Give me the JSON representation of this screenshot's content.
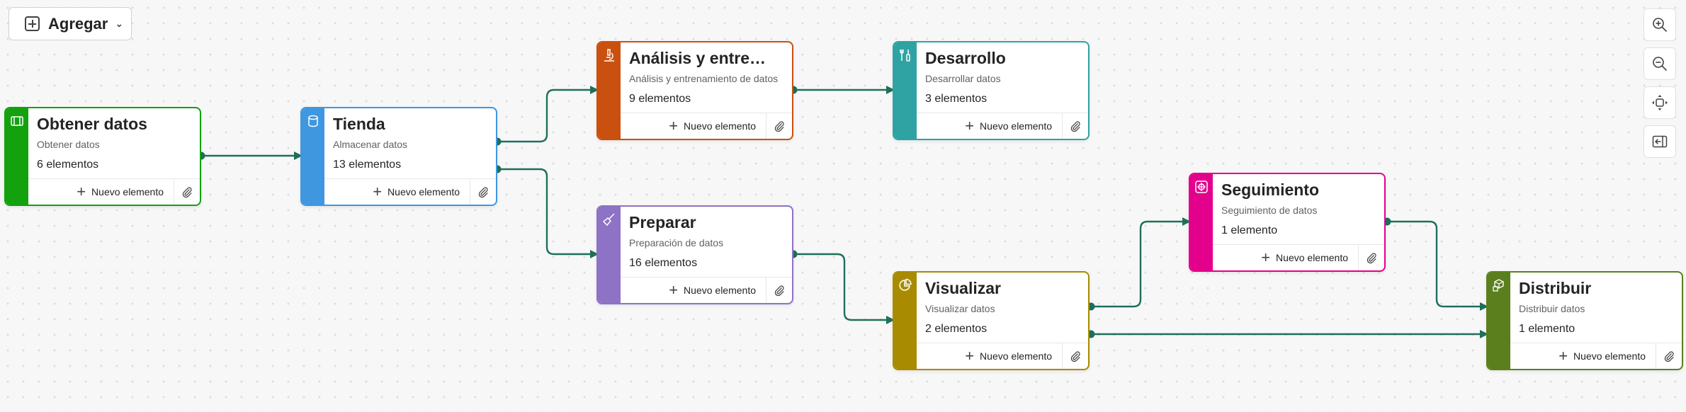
{
  "toolbar": {
    "add_label": "Agregar"
  },
  "zoom_controls": [
    "zoom-in",
    "zoom-out",
    "fit-view",
    "collapse-panel"
  ],
  "footer": {
    "new_item_label": "Nuevo elemento"
  },
  "colors": {
    "connector": "#1e6f5c",
    "obtener": "#13a10e",
    "tienda": "#3f97e0",
    "analisis": "#ca5010",
    "desarrollo": "#2fa3a3",
    "preparar": "#8d72c5",
    "visualizar": "#a88b00",
    "seguimiento": "#e3008c",
    "distribuir": "#5c7f1e"
  },
  "nodes": {
    "obtener": {
      "title": "Obtener datos",
      "subtitle": "Obtener datos",
      "count": "6 elementos",
      "icon": "database-ingest-icon"
    },
    "tienda": {
      "title": "Tienda",
      "subtitle": "Almacenar datos",
      "count": "13 elementos",
      "icon": "cylinder-storage-icon"
    },
    "analisis": {
      "title": "Análisis y entrenamiento de datos",
      "subtitle": "Análisis y entrenamiento de datos",
      "count": "9 elementos",
      "icon": "microscope-icon"
    },
    "desarrollo": {
      "title": "Desarrollo",
      "subtitle": "Desarrollar datos",
      "count": "3 elementos",
      "icon": "tools-icon"
    },
    "preparar": {
      "title": "Preparar",
      "subtitle": "Preparación de datos",
      "count": "16 elementos",
      "icon": "broom-icon"
    },
    "visualizar": {
      "title": "Visualizar",
      "subtitle": "Visualizar datos",
      "count": "2 elementos",
      "icon": "pie-chart-icon"
    },
    "seguimiento": {
      "title": "Seguimiento",
      "subtitle": "Seguimiento de datos",
      "count": "1 elemento",
      "icon": "target-icon"
    },
    "distribuir": {
      "title": "Distribuir",
      "subtitle": "Distribuir datos",
      "count": "1 elemento",
      "icon": "cubes-icon"
    }
  }
}
